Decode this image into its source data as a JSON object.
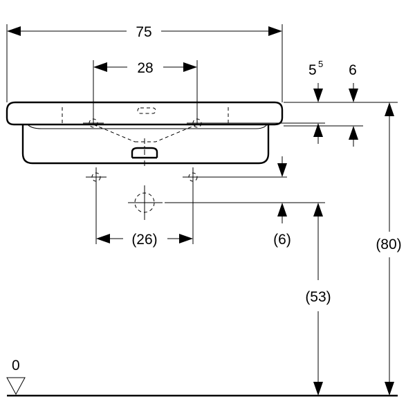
{
  "dimensions": {
    "overall_width": "75",
    "tap_hole_spacing": "28",
    "rim_thickness_base": "5",
    "rim_thickness_sup": "5",
    "rim_offset": "6",
    "supply_spacing": "(26)",
    "waste_offset": "(6)",
    "waste_height": "(53)",
    "overall_height": "(80)",
    "floor_level": "0"
  }
}
